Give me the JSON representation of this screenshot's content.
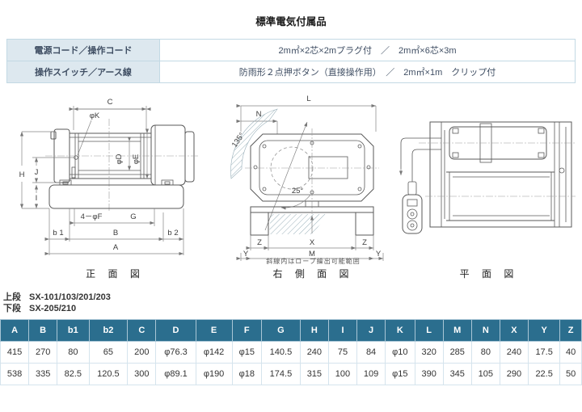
{
  "title": "標準電気付属品",
  "accessories_table": {
    "rows": [
      {
        "label": "電源コード／操作コード",
        "value": "2m㎡×2芯×2mプラグ付　／　2m㎡×6芯×3m"
      },
      {
        "label": "操作スイッチ／アース線",
        "value": "防雨形２点押ボタン（直接操作用）　／　2m㎡×1m　クリップ付"
      }
    ]
  },
  "drawings": {
    "front": {
      "caption": "正 面 図",
      "dims": {
        "c": "C",
        "phi_k": "φK",
        "phi_d": "φD",
        "phi_e": "φE",
        "h": "H",
        "j": "J",
        "i": "I",
        "four_phi_f": "4－φF",
        "g": "G",
        "b1": "b 1",
        "b": "B",
        "b2": "b 2",
        "a": "A"
      }
    },
    "side": {
      "caption": "右 側 面 図",
      "note": "斜線内はロープ繰出可能範囲",
      "dims": {
        "l": "L",
        "n": "N",
        "angle135": "135°",
        "angle25": "25°",
        "z": "Z",
        "x": "X",
        "m": "M",
        "y": "Y"
      }
    },
    "plan": {
      "caption": "平 面 図"
    }
  },
  "models": {
    "upper_label": "上段",
    "upper_value": "SX-101/103/201/203",
    "lower_label": "下段",
    "lower_value": "SX-205/210"
  },
  "dimension_table": {
    "headers": [
      "A",
      "B",
      "b1",
      "b2",
      "C",
      "D",
      "E",
      "F",
      "G",
      "H",
      "I",
      "J",
      "K",
      "L",
      "M",
      "N",
      "X",
      "Y",
      "Z"
    ],
    "rows": [
      [
        "415",
        "270",
        "80",
        "65",
        "200",
        "φ76.3",
        "φ142",
        "φ15",
        "140.5",
        "240",
        "75",
        "84",
        "φ10",
        "320",
        "285",
        "80",
        "240",
        "17.5",
        "40"
      ],
      [
        "538",
        "335",
        "82.5",
        "120.5",
        "300",
        "φ89.1",
        "φ190",
        "φ18",
        "174.5",
        "315",
        "100",
        "109",
        "φ15",
        "390",
        "345",
        "105",
        "290",
        "22.5",
        "50"
      ]
    ]
  },
  "colors": {
    "dim_table_header_bg": "#2b6e8e",
    "dim_table_header_text": "#ffffff",
    "accessories_label_bg": "#dde8ef",
    "table_border": "#c3d9e4",
    "text_dark": "#3f4e63",
    "drawing_line": "#5a5a5a"
  }
}
